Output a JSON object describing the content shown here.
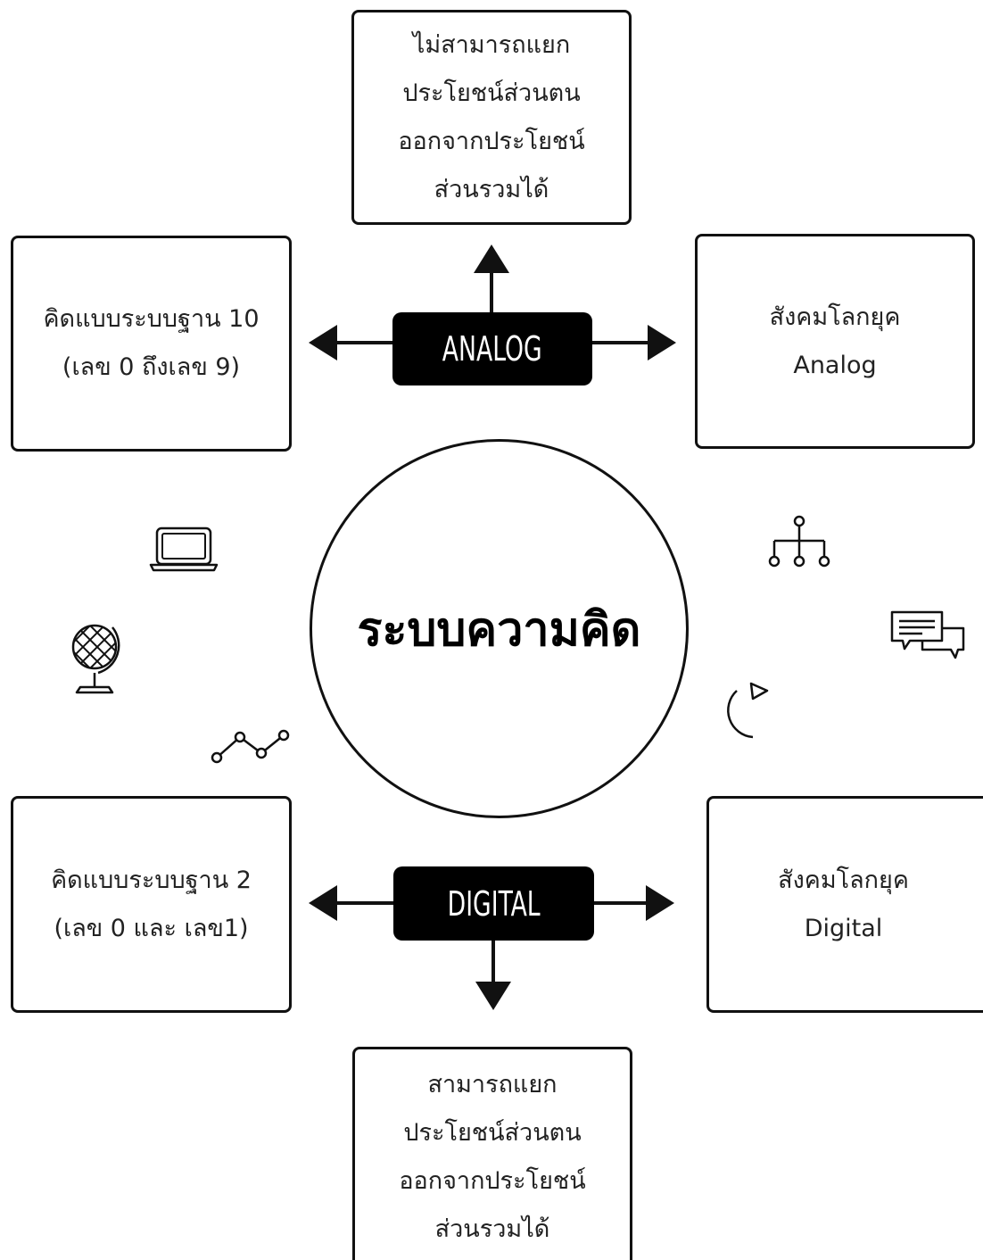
{
  "center": {
    "title": "ระบบความคิด"
  },
  "analog": {
    "label": "ANALOG",
    "top_box": [
      "ไม่สามารถแยก",
      "ประโยชน์ส่วนตน",
      "ออกจากประโยชน์",
      "ส่วนรวมได้"
    ],
    "left_box": [
      "คิดแบบระบบฐาน 10",
      "(เลข 0 ถึงเลข 9)"
    ],
    "right_box": [
      "สังคมโลกยุค",
      "Analog"
    ]
  },
  "digital": {
    "label": "DIGITAL",
    "bottom_box": [
      "สามารถแยก",
      "ประโยชน์ส่วนตน",
      "ออกจากประโยชน์",
      "ส่วนรวมได้"
    ],
    "left_box": [
      "คิดแบบระบบฐาน 2",
      "(เลข 0 และ เลข1)"
    ],
    "right_box": [
      "สังคมโลกยุค",
      "Digital"
    ]
  },
  "icons": [
    "laptop-icon",
    "globe-icon",
    "line-graph-icon",
    "org-chart-icon",
    "chat-bubbles-icon",
    "redo-arrow-icon"
  ],
  "colors": {
    "stroke": "#111111",
    "pill_fill": "#000000",
    "pill_text": "#ffffff",
    "background": "#ffffff"
  }
}
